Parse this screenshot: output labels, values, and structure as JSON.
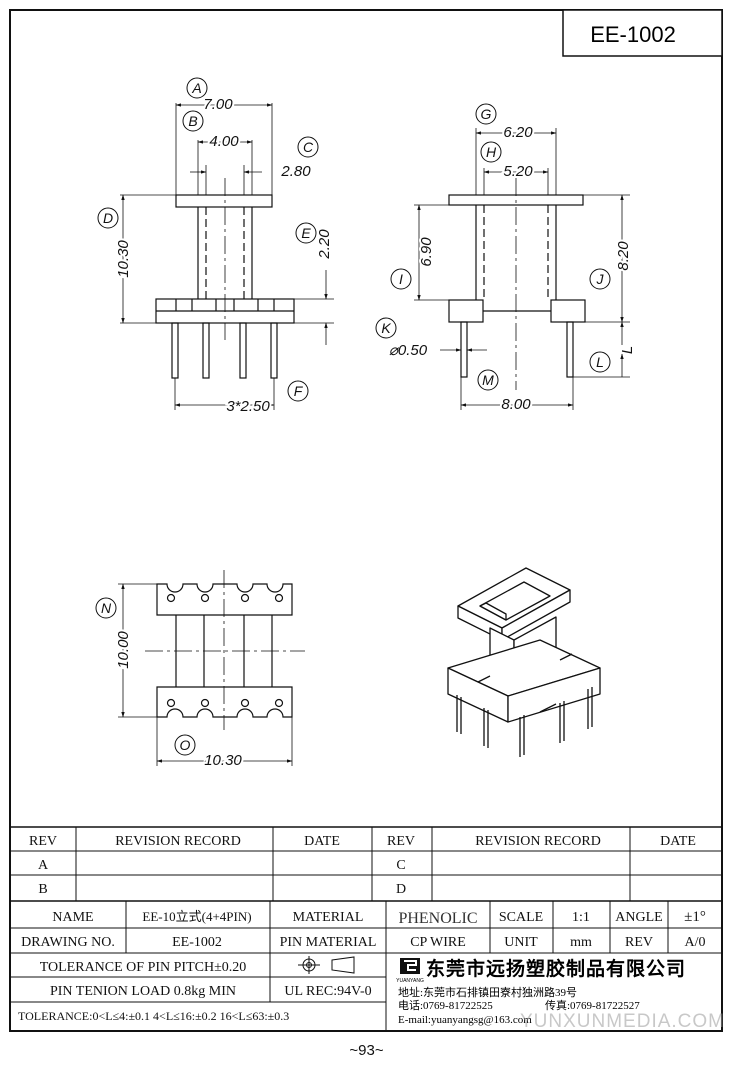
{
  "title_block": {
    "part_number": "EE-1002"
  },
  "dimensions": {
    "A": {
      "letter": "A",
      "value": "7.00"
    },
    "B": {
      "letter": "B",
      "value": "4.00"
    },
    "C": {
      "letter": "C",
      "value": "2.80"
    },
    "D": {
      "letter": "D",
      "value": "10.30"
    },
    "E": {
      "letter": "E",
      "value": "2.20"
    },
    "F": {
      "letter": "F",
      "value": "3*2.50"
    },
    "G": {
      "letter": "G",
      "value": "6.20"
    },
    "H": {
      "letter": "H",
      "value": "5.20"
    },
    "I": {
      "letter": "I",
      "value": "6.90"
    },
    "J": {
      "letter": "J",
      "value": "8.20"
    },
    "K": {
      "letter": "K",
      "value": "⌀0.50"
    },
    "L": {
      "letter": "L",
      "value": "L"
    },
    "M": {
      "letter": "M",
      "value": "8.00"
    },
    "N": {
      "letter": "N",
      "value": "10.00"
    },
    "O": {
      "letter": "O",
      "value": "10.30"
    }
  },
  "revision_table": {
    "headers": [
      "REV",
      "REVISION RECORD",
      "DATE",
      "REV",
      "REVISION RECORD",
      "DATE"
    ],
    "rows": [
      [
        "A",
        "",
        "",
        "C",
        "",
        ""
      ],
      [
        "B",
        "",
        "",
        "D",
        "",
        ""
      ]
    ]
  },
  "spec_table": {
    "name_label": "NAME",
    "name_value": "EE-10立式(4+4PIN)",
    "material_label": "MATERIAL",
    "material_value": "PHENOLIC",
    "scale_label": "SCALE",
    "scale_value": "1:1",
    "angle_label": "ANGLE",
    "angle_value": "±1°",
    "drawing_no_label": "DRAWING NO.",
    "drawing_no_value": "EE-1002",
    "pin_material_label": "PIN MATERIAL",
    "pin_material_value": "CP WIRE",
    "unit_label": "UNIT",
    "unit_value": "mm",
    "rev_label": "REV",
    "rev_value": "A/0",
    "tolerance_pitch": "TOLERANCE OF PIN PITCH±0.20",
    "pin_tension": "PIN TENION LOAD 0.8kg MIN",
    "ul_rec": "UL REC:94V-0",
    "tolerance_ranges": "TOLERANCE:0<L≤4:±0.1  4<L≤16:±0.2  16<L≤63:±0.3"
  },
  "company": {
    "logo_text": "YUANYANG",
    "name": "东莞市远扬塑胶制品有限公司",
    "address": "地址:东莞市石排镇田寮村独洲路39号",
    "phone": "电话:0769-81722525",
    "fax": "传真:0769-81722527",
    "email": "E-mail:yuanyangsg@163.com"
  },
  "watermark": "YUNXUNMEDIA.COM",
  "page_number": "~93~"
}
